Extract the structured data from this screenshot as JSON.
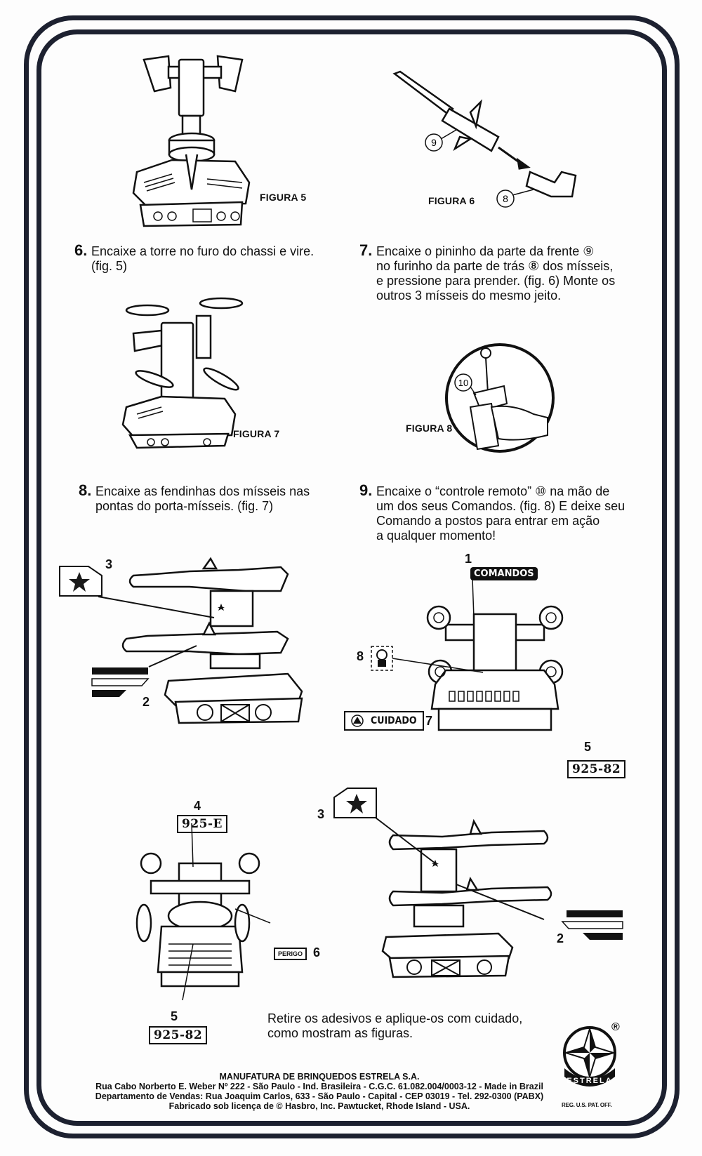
{
  "document": {
    "figures": {
      "fig5": "FIGURA 5",
      "fig6": "FIGURA 6",
      "fig7": "FIGURA 7",
      "fig8": "FIGURA 8"
    },
    "fig6_callouts": {
      "front": "9",
      "back": "8"
    },
    "fig8_callout": "10",
    "steps": [
      {
        "number": "6.",
        "text": "Encaixe a torre no furo do chassi e vire.\n(fig. 5)"
      },
      {
        "number": "7.",
        "text": "Encaixe o pininho da parte da frente ⑨\nno furinho da parte de trás ⑧ dos mísseis,\ne pressione para prender. (fig. 6) Monte os\noutros 3 mísseis do mesmo jeito."
      },
      {
        "number": "8.",
        "text": "Encaixe as fendinhas dos mísseis nas\npontas do porta-mísseis. (fig. 7)"
      },
      {
        "number": "9.",
        "text": "Encaixe o “controle remoto” ⑩ na mão de\num dos seus Comandos. (fig. 8) E deixe seu\nComando a postos para entrar em ação\na qualquer momento!"
      }
    ],
    "stickers": {
      "callout_1": "1",
      "callout_2_left": "2",
      "callout_2_right": "2",
      "callout_3_left": "3",
      "callout_3_right": "3",
      "callout_4": "4",
      "callout_5_top": "5",
      "callout_5_bottom": "5",
      "callout_6": "6",
      "callout_7": "7",
      "callout_8": "8",
      "comandos_logo": "COMANDOS",
      "plate_925_82_top": "925-82",
      "plate_925_82_bottom": "925-82",
      "plate_925_e": "925-E",
      "perigo": "PERIGO",
      "cuidado": "CUIDADO"
    },
    "note": "Retire os adesivos e aplique-os com cuidado,\ncomo mostram as figuras.",
    "footer": {
      "line1": "MANUFATURA DE BRINQUEDOS ESTRELA S.A.",
      "line2": "Rua Cabo Norberto E. Weber Nº 222 - São Paulo - Ind. Brasileira - C.G.C. 61.082.004/0003-12 - Made in Brazil",
      "line3": "Departamento de Vendas: Rua Joaquim Carlos, 633 - São Paulo - Capital - CEP 03019 - Tel. 292-0300 (PABX)",
      "line4": "Fabricado sob licença de © Hasbro, Inc. Pawtucket, Rhode Island - USA."
    },
    "logo": {
      "brand": "ESTRELA",
      "registered": "®",
      "reg_notice": "REG. U.S. PAT. OFF."
    }
  }
}
